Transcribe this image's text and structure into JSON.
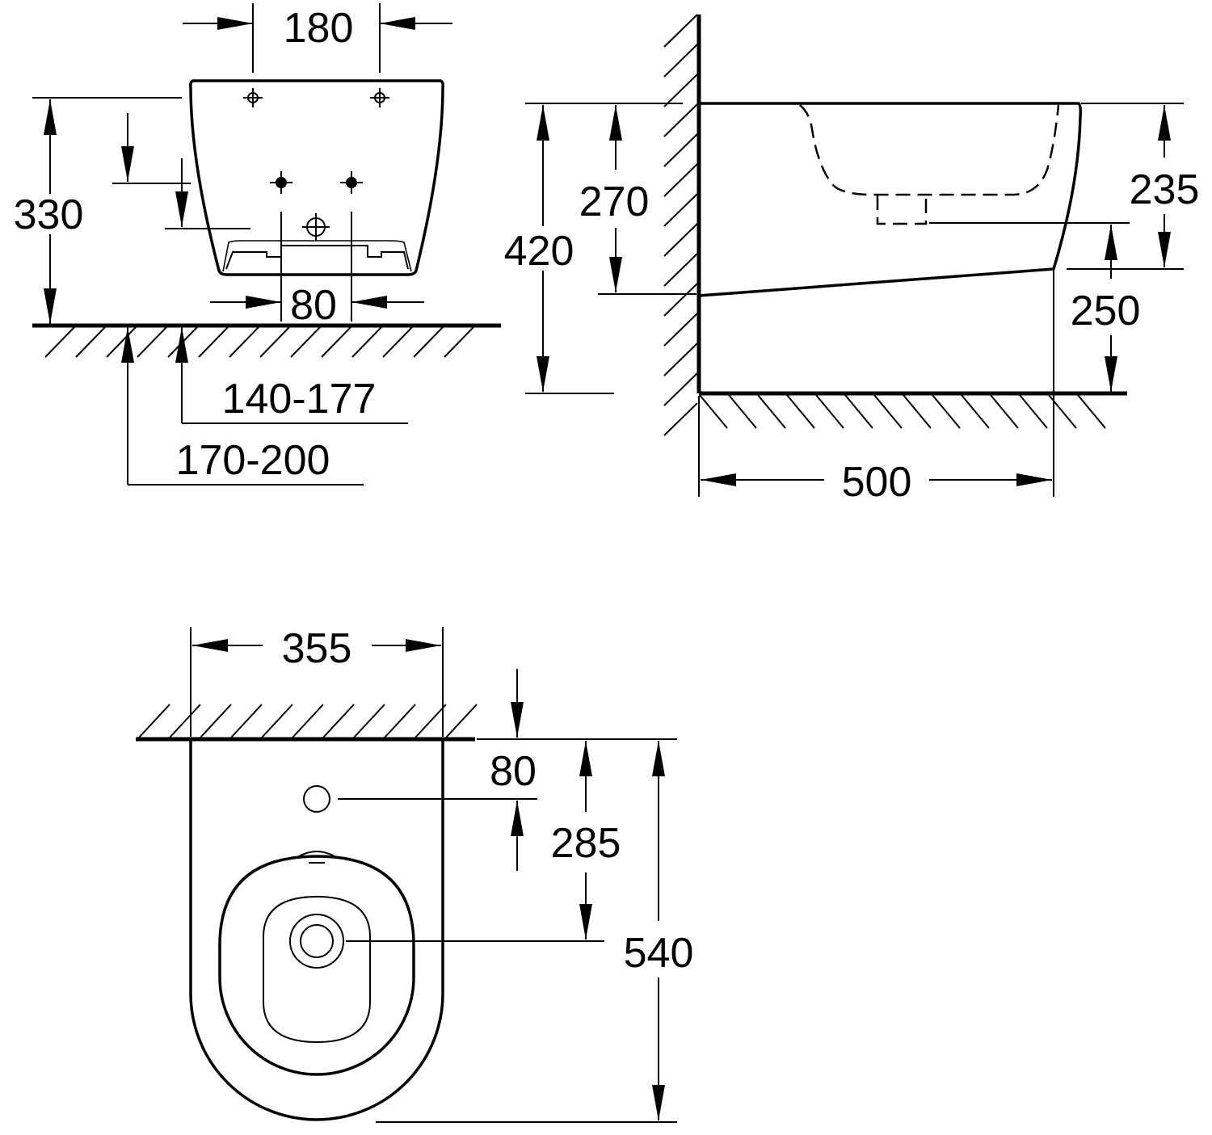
{
  "front_view": {
    "width_top": "180",
    "height": "330",
    "width_bottom": "80",
    "dim_a": "140-177",
    "dim_b": "170-200"
  },
  "side_view": {
    "total_height": "420",
    "upper_height": "270",
    "bowl_depth": "235",
    "lower_height": "250",
    "projection": "500"
  },
  "top_view": {
    "width": "355",
    "wall_to_tap": "80",
    "wall_to_drain": "285",
    "length": "540"
  }
}
